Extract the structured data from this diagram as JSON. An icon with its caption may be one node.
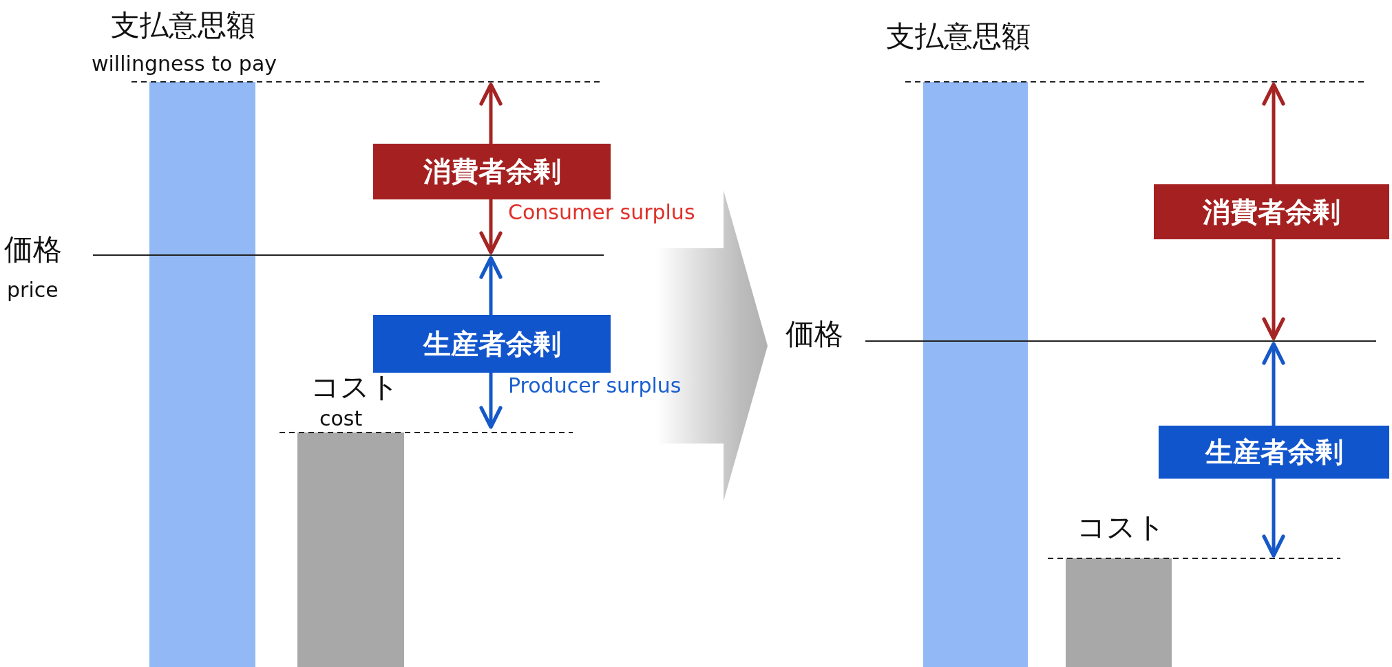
{
  "diagram": {
    "nodes": [
      {
        "text": [
          "消費者余剰"
        ],
        "beside": [
          "Consumer surplus"
        ]
      },
      {
        "text": [
          "生産者余剰"
        ],
        "beside": [
          "Producer surplus"
        ]
      },
      {
        "text": [
          "消費者余剰"
        ]
      },
      {
        "text": [
          "生産者余剰"
        ]
      },
      {
        "text": [],
        "shape": "bar"
      },
      {
        "text": [],
        "shape": "bar"
      },
      {
        "text": [],
        "shape": "bar"
      },
      {
        "text": [],
        "shape": "bar"
      }
    ],
    "labels": [
      "支払意思額",
      "willingness to pay",
      "価格",
      "price",
      "コスト",
      "cost",
      "支払意思額",
      "価格",
      "コスト"
    ]
  }
}
